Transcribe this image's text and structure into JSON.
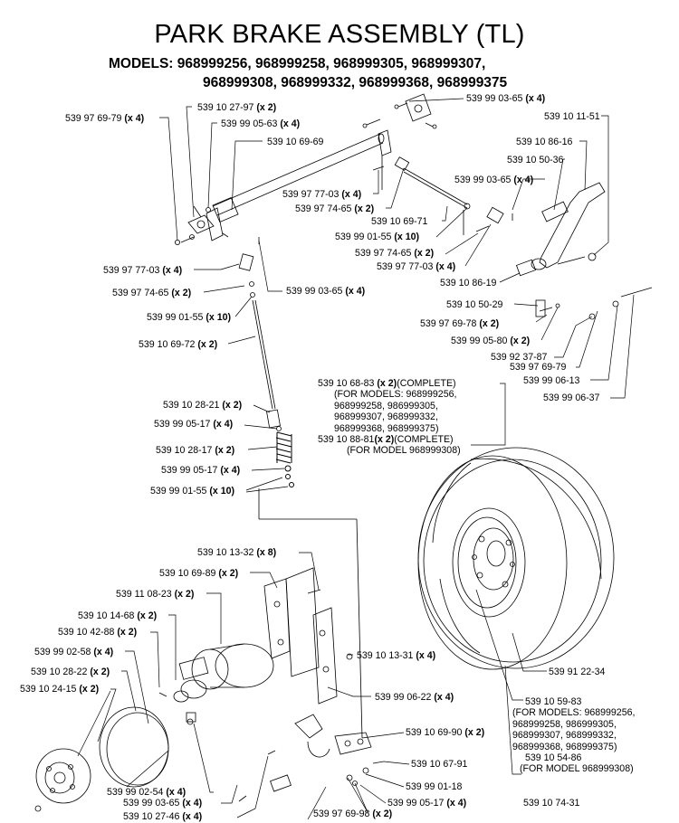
{
  "title": "PARK BRAKE ASSEMBLY (TL)",
  "models_line1": "MODELS: 968999256, 968999258, 968999305, 968999307,",
  "models_line2": "968999308, 968999332, 968999368, 968999375",
  "labels": [
    {
      "part": "539 10 27-97",
      "qty": "(x 2)"
    },
    {
      "part": "539 97 69-79",
      "qty": "(x 4)"
    },
    {
      "part": "539 99 05-63",
      "qty": "(x 4)"
    },
    {
      "part": "539 10 69-69",
      "qty": ""
    },
    {
      "part": "539 99 03-65",
      "qty": "(x 4)"
    },
    {
      "part": "539 10 11-51",
      "qty": ""
    },
    {
      "part": "539 10 86-16",
      "qty": ""
    },
    {
      "part": "539 10 50-36",
      "qty": ""
    },
    {
      "part": "539 99 03-65",
      "qty": "(x 4)"
    },
    {
      "part": "539 97 77-03",
      "qty": "(x 4)"
    },
    {
      "part": "539 97 74-65",
      "qty": "(x 2)"
    },
    {
      "part": "539 10 69-71",
      "qty": ""
    },
    {
      "part": "539 99 01-55",
      "qty": "(x 10)"
    },
    {
      "part": "539 97 74-65",
      "qty": "(x 2)"
    },
    {
      "part": "539 97 77-03",
      "qty": "(x 4)"
    },
    {
      "part": "539 10 86-19",
      "qty": ""
    },
    {
      "part": "539 97 77-03",
      "qty": "(x 4)"
    },
    {
      "part": "539 97 74-65",
      "qty": "(x 2)"
    },
    {
      "part": "539 99 03-65",
      "qty": "(x 4)"
    },
    {
      "part": "539 99 01-55",
      "qty": "(x 10)"
    },
    {
      "part": "539 10 50-29",
      "qty": ""
    },
    {
      "part": "539 97 69-78",
      "qty": "(x 2)"
    },
    {
      "part": "539 99 05-80",
      "qty": "(x 2)"
    },
    {
      "part": "539 10 69-72",
      "qty": "(x 2)"
    },
    {
      "part": "539 92 37-87",
      "qty": ""
    },
    {
      "part": "539 97 69-79",
      "qty": ""
    },
    {
      "part": "539 99 06-13",
      "qty": ""
    },
    {
      "part": "539 99 06-37",
      "qty": ""
    },
    {
      "part": "539 10 28-21",
      "qty": "(x 2)"
    },
    {
      "part": "539 99 05-17",
      "qty": "(x 4)"
    },
    {
      "part": "539 10 28-17",
      "qty": "(x 2)"
    },
    {
      "part": "539 99 05-17",
      "qty": "(x 4)"
    },
    {
      "part": "539 99 01-55",
      "qty": "(x 10)"
    },
    {
      "part": "539 10 13-32",
      "qty": "(x 8)"
    },
    {
      "part": "539 10 69-89",
      "qty": "(x 2)"
    },
    {
      "part": "539 11 08-23",
      "qty": "(x 2)"
    },
    {
      "part": "539 10 14-68",
      "qty": "(x 2)"
    },
    {
      "part": "539 10 42-88",
      "qty": "(x 2)"
    },
    {
      "part": "539 99 02-58",
      "qty": "(x 4)"
    },
    {
      "part": "539 10 28-22",
      "qty": "(x 2)"
    },
    {
      "part": "539 10 24-15",
      "qty": "(x 2)"
    },
    {
      "part": "539 10 13-31",
      "qty": "(x 4)"
    },
    {
      "part": "539 99 06-22",
      "qty": "(x 4)"
    },
    {
      "part": "539 91 22-34",
      "qty": ""
    },
    {
      "part": "539 10 69-90",
      "qty": "(x 2)"
    },
    {
      "part": "539 10 67-91",
      "qty": ""
    },
    {
      "part": "539 99 01-18",
      "qty": ""
    },
    {
      "part": "539 99 02-54",
      "qty": "(x 4)"
    },
    {
      "part": "539 99 03-65",
      "qty": "(x 4)"
    },
    {
      "part": "539 99 05-17",
      "qty": "(x 4)"
    },
    {
      "part": "539 10 27-46",
      "qty": "(x 4)"
    },
    {
      "part": "539 97 69-98",
      "qty": "(x 2)"
    },
    {
      "part": "539 10 74-31",
      "qty": ""
    }
  ],
  "wheel_note": {
    "l1_part": "539 10 68-83",
    "l1_qty": "(x 2)",
    "l1_tail": "(COMPLETE)",
    "l2": "(FOR MODELS: 968999256,",
    "l3": "968999258, 986999305,",
    "l4": "968999307, 968999332,",
    "l5": "968999368, 968999375)",
    "l6_part": "539 10 88-81",
    "l6_qty": "(x 2)",
    "l6_tail": "(COMPLETE)",
    "l7": "(FOR MODEL 968999308)"
  },
  "rim_note": {
    "l1": "539 10 59-83",
    "l2": "(FOR MODELS: 968999256,",
    "l3": "968999258, 986999305,",
    "l4": "968999307, 968999332,",
    "l5": "968999368, 968999375)",
    "l6": "539 10 54-86",
    "l7": "(FOR MODEL 968999308)"
  }
}
